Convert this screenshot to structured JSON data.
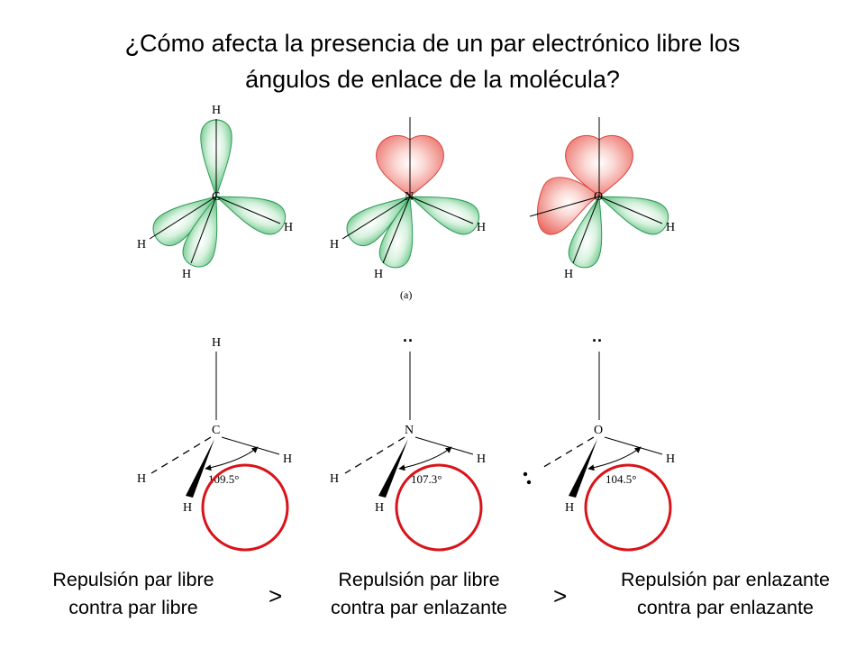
{
  "title": {
    "line1": "¿Cómo afecta la presencia de un par electrónico libre los",
    "line2": "ángulos de enlace de la molécula?"
  },
  "panel_label": "(a)",
  "molecules": [
    {
      "center": "C",
      "atoms": [
        "H",
        "H",
        "H",
        "H"
      ],
      "angle": "109.5°"
    },
    {
      "center": "N",
      "atoms": [
        "H",
        "H",
        "H"
      ],
      "angle": "107.3°"
    },
    {
      "center": "O",
      "atoms": [
        "H",
        "H"
      ],
      "angle": "104.5°"
    }
  ],
  "captions": [
    {
      "line1": "Repulsión par libre",
      "line2": "contra par libre"
    },
    {
      "line1": "Repulsión par libre",
      "line2": "contra par enlazante"
    },
    {
      "line1": "Repulsión par enlazante",
      "line2": "contra par enlazante"
    }
  ],
  "comparison_symbol": ">",
  "colors": {
    "bonding_orbital": "#2fae5c",
    "lone_pair_orbital": "#e8574f",
    "highlight_circle": "#d8141b",
    "text": "#000000"
  }
}
